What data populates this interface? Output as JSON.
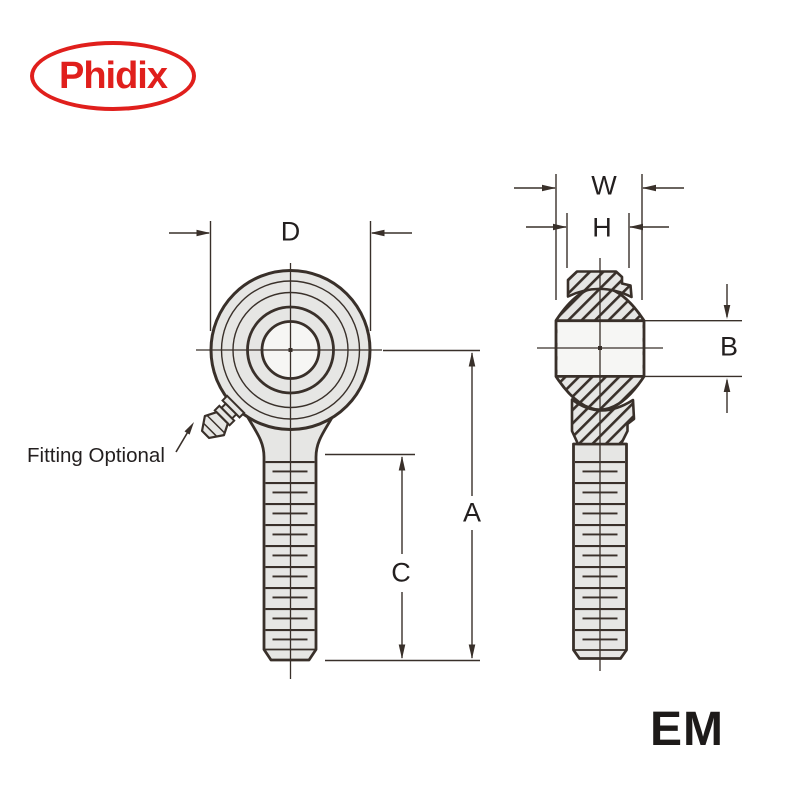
{
  "logo": {
    "text": "Phidix",
    "color": "#e01f1c"
  },
  "annotations": {
    "fitting_note": "Fitting Optional",
    "series_label": "EM"
  },
  "dimension_labels": {
    "d": "D",
    "w": "W",
    "h": "H",
    "a": "A",
    "b": "B",
    "c": "C"
  },
  "colors": {
    "background": "#ffffff",
    "line": "#39302a",
    "metal_fill": "#e6e6e4",
    "bore_fill": "#f6f6f4",
    "logo_red": "#e01f1c",
    "text": "#231f1f"
  }
}
